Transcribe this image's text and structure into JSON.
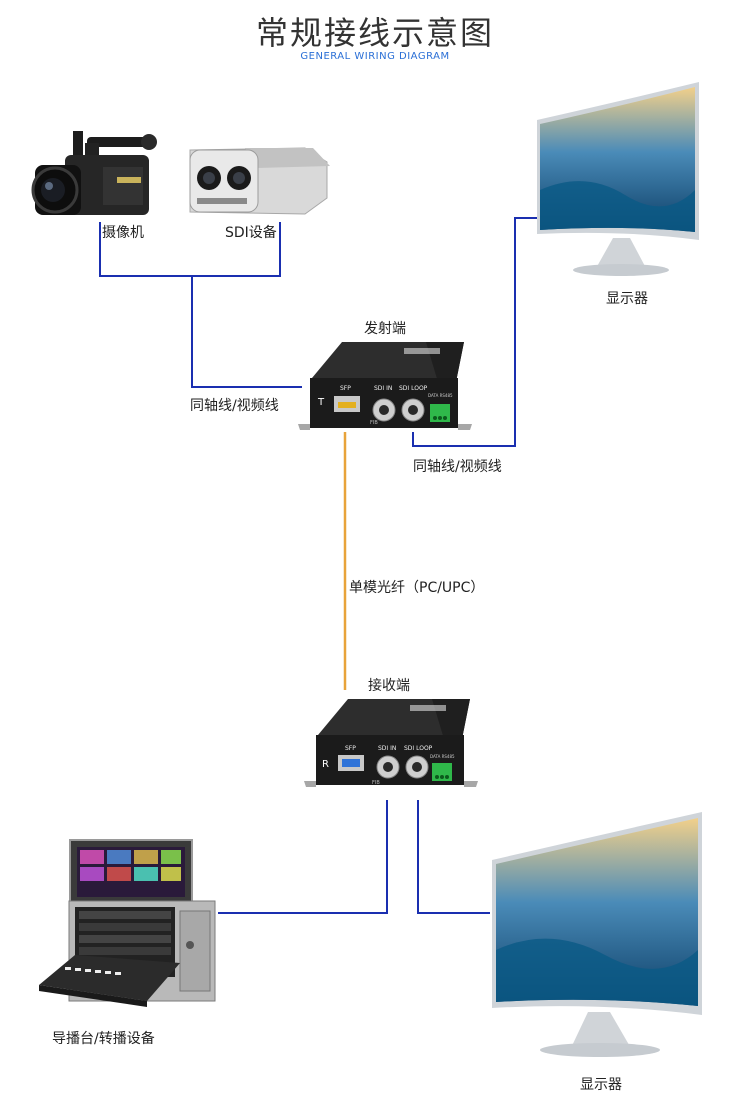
{
  "header": {
    "title": "常规接线示意图",
    "subtitle": "GENERAL WIRING DIAGRAM"
  },
  "labels": {
    "camera": "摄像机",
    "sdi_device": "SDI设备",
    "monitor_top": "显示器",
    "transmitter": "发射端",
    "coax_left": "同轴线/视频线",
    "coax_right": "同轴线/视频线",
    "fiber": "单模光纤（PC/UPC）",
    "receiver": "接收端",
    "switcher": "导播台/转播设备",
    "monitor_bottom": "显示器"
  },
  "device_text": {
    "tx_port_letter": "T",
    "rx_port_letter": "R",
    "sfp": "SFP",
    "sdi_in": "SDI IN",
    "sdi_loop": "SDI LOOP",
    "fiber_mark": "FIB",
    "terminal_label": "DATA RS485"
  },
  "colors": {
    "coax_wire": "#1a2fb0",
    "fiber_wire": "#e8a33a",
    "title": "#333333",
    "subtitle": "#2a6fd6",
    "terminal_green": "#2fb84a"
  }
}
